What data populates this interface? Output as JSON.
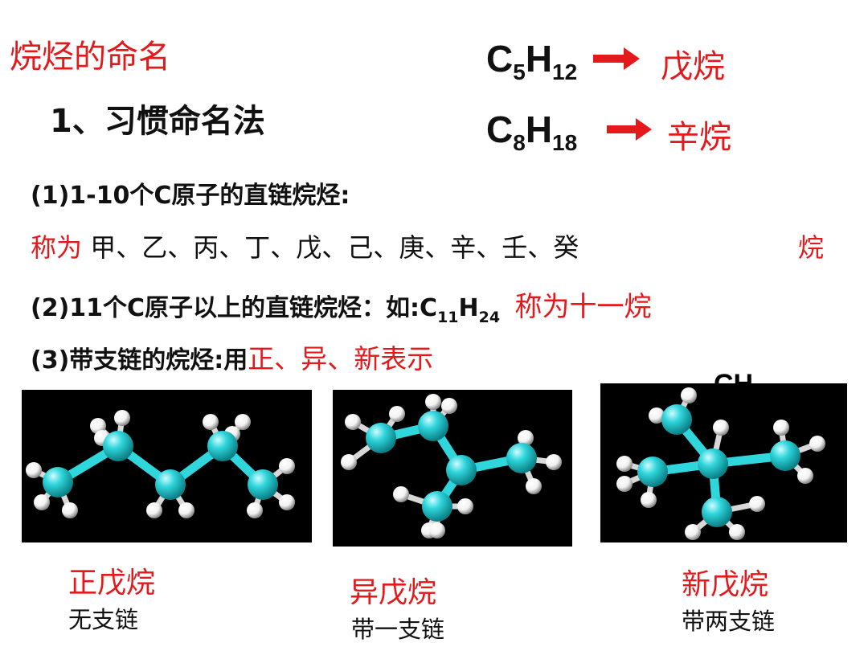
{
  "slide": {
    "title": "烷烃的命名",
    "subtitle": "1、习惯命名法",
    "examples": [
      {
        "c": "C",
        "c_n": "5",
        "h": "H",
        "h_n": "12",
        "name": "戊烷"
      },
      {
        "c": "C",
        "c_n": "8",
        "h": "H",
        "h_n": "18",
        "name": "辛烷"
      }
    ],
    "rule1": "(1)1-10个C原子的直链烷烃:",
    "rule1_prefix": "称为",
    "rule1_list": "甲、乙、丙、丁、戊、己、庚、辛、壬、癸",
    "rule1_suffix": "烷",
    "rule2_text": "(2)11个C原子以上的直链烷烃：如:C",
    "rule2_c_n": "11",
    "rule2_h": "H",
    "rule2_h_n": "24",
    "rule2_name": "称为十一烷",
    "rule3_text": "(3)带支链的烷烃:用",
    "rule3_red": "正、异、新表示",
    "clipped_fragment": "CH",
    "molecules": [
      {
        "name": "正戊烷",
        "desc": "无支链"
      },
      {
        "name": "异戊烷",
        "desc": "带一支链"
      },
      {
        "name": "新戊烷",
        "desc": "带两支链"
      }
    ],
    "colors": {
      "accent": "#e3191c",
      "carbon": "#2fd6dc",
      "hydrogen": "#f2f2f2",
      "background": "#000000"
    }
  }
}
